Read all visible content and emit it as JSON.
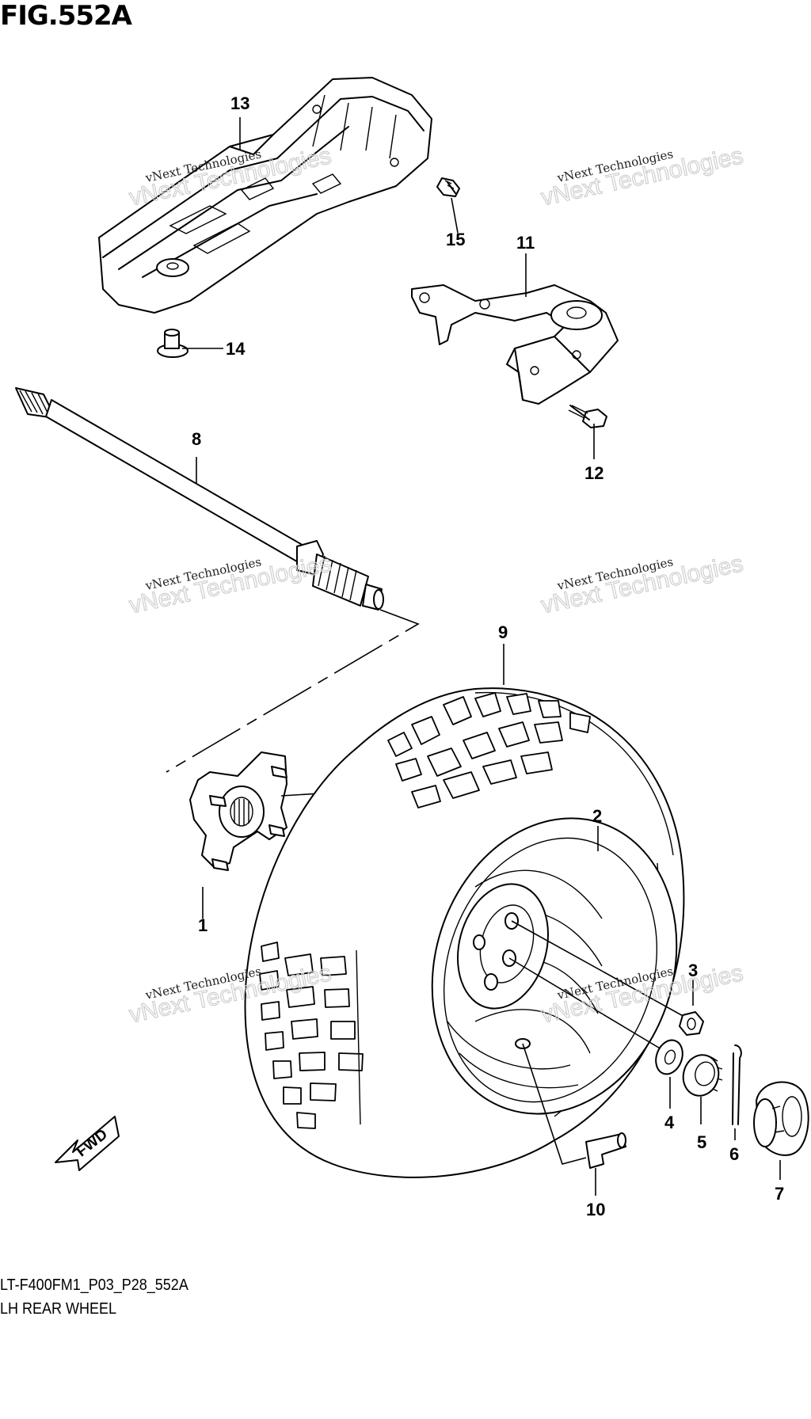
{
  "figure": {
    "title": "FIG.552A"
  },
  "footer": {
    "code": "LT-F400FM1_P03_P28_552A",
    "name": "LH REAR WHEEL"
  },
  "direction_arrow": {
    "label": "FWD"
  },
  "watermark": {
    "line": "vNext Technologies"
  },
  "callouts": [
    "1",
    "2",
    "3",
    "4",
    "5",
    "6",
    "7",
    "8",
    "9",
    "10",
    "11",
    "12",
    "13",
    "14",
    "15"
  ]
}
